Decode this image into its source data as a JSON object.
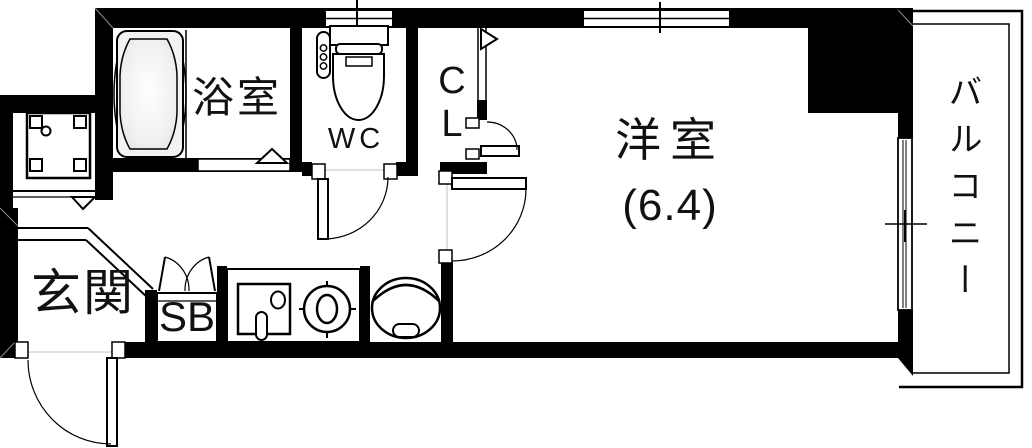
{
  "floorplan": {
    "labels": {
      "bathroom": "浴室",
      "toilet": "WC",
      "closet": "CL",
      "western_room": "洋室",
      "western_room_size": "(6.4)",
      "balcony": "バルコニー",
      "entrance": "玄関",
      "shoe_box": "SB"
    },
    "fixtures": [
      "bathtub",
      "toilet",
      "toilet-control-panel",
      "meter-box",
      "shoe-box-cabinet",
      "kitchen-counter",
      "kitchen-sink",
      "stove-burner",
      "washing-machine"
    ],
    "markers": [
      "door-swing-arcs",
      "opening-direction-triangles",
      "windows"
    ],
    "colors": {
      "wall": "#000000",
      "background": "#ffffff",
      "bathtub_fill": "#f2f2f2",
      "ghost_line": "#c0c0c0"
    }
  }
}
